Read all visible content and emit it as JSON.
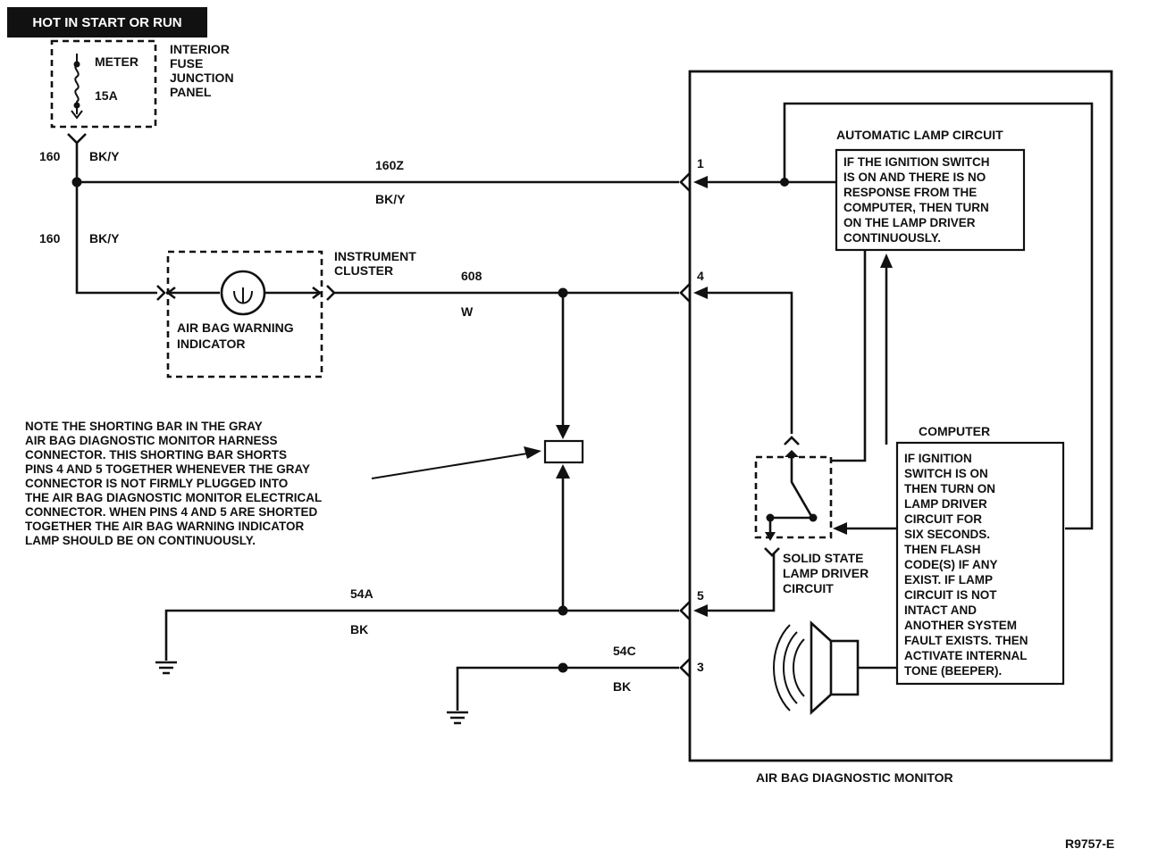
{
  "header": {
    "hot_label": "HOT IN START OR RUN"
  },
  "fuse_panel": {
    "fuse_name": "METER",
    "fuse_rating": "15A",
    "panel_lines": [
      "INTERIOR",
      "FUSE",
      "JUNCTION",
      "PANEL"
    ]
  },
  "wires": {
    "w160_top": {
      "circuit": "160",
      "color": "BK/Y"
    },
    "w160z": {
      "circuit": "160Z",
      "color": "BK/Y"
    },
    "w160_lower": {
      "circuit": "160",
      "color": "BK/Y"
    },
    "w608": {
      "circuit": "608",
      "color": "W"
    },
    "w54a": {
      "circuit": "54A",
      "color": "BK"
    },
    "w54c": {
      "circuit": "54C",
      "color": "BK"
    }
  },
  "instrument_cluster": {
    "title_lines": [
      "INSTRUMENT",
      "CLUSTER"
    ],
    "indicator_lines": [
      "AIR BAG WARNING",
      "INDICATOR"
    ]
  },
  "note": {
    "lines": [
      "NOTE THE SHORTING BAR IN THE GRAY",
      "AIR BAG DIAGNOSTIC MONITOR HARNESS",
      "CONNECTOR. THIS SHORTING BAR SHORTS",
      "PINS 4 AND 5 TOGETHER WHENEVER THE GRAY",
      "CONNECTOR IS NOT FIRMLY PLUGGED INTO",
      "THE AIR BAG DIAGNOSTIC MONITOR ELECTRICAL",
      "CONNECTOR. WHEN PINS 4 AND 5 ARE SHORTED",
      "TOGETHER THE AIR BAG WARNING INDICATOR",
      "LAMP SHOULD BE ON CONTINUOUSLY."
    ]
  },
  "monitor": {
    "title": "AIR BAG DIAGNOSTIC MONITOR",
    "pins": {
      "p1": "1",
      "p4": "4",
      "p5": "5",
      "p3": "3"
    },
    "auto_lamp": {
      "title": "AUTOMATIC LAMP CIRCUIT",
      "lines": [
        "IF THE IGNITION SWITCH",
        "IS ON AND THERE IS NO",
        "RESPONSE FROM THE",
        "COMPUTER, THEN TURN",
        "ON THE LAMP DRIVER",
        "CONTINUOUSLY."
      ]
    },
    "computer": {
      "title": "COMPUTER",
      "lines": [
        "IF IGNITION",
        "SWITCH IS ON",
        "THEN TURN ON",
        "LAMP DRIVER",
        "CIRCUIT FOR",
        "SIX SECONDS.",
        "THEN FLASH",
        "CODE(S) IF ANY",
        "EXIST. IF LAMP",
        "CIRCUIT IS NOT",
        "INTACT AND",
        "ANOTHER SYSTEM",
        "FAULT EXISTS. THEN",
        "ACTIVATE INTERNAL",
        "TONE (BEEPER)."
      ]
    },
    "lamp_driver_lines": [
      "SOLID STATE",
      "LAMP DRIVER",
      "CIRCUIT"
    ]
  },
  "figure_id": "R9757-E"
}
